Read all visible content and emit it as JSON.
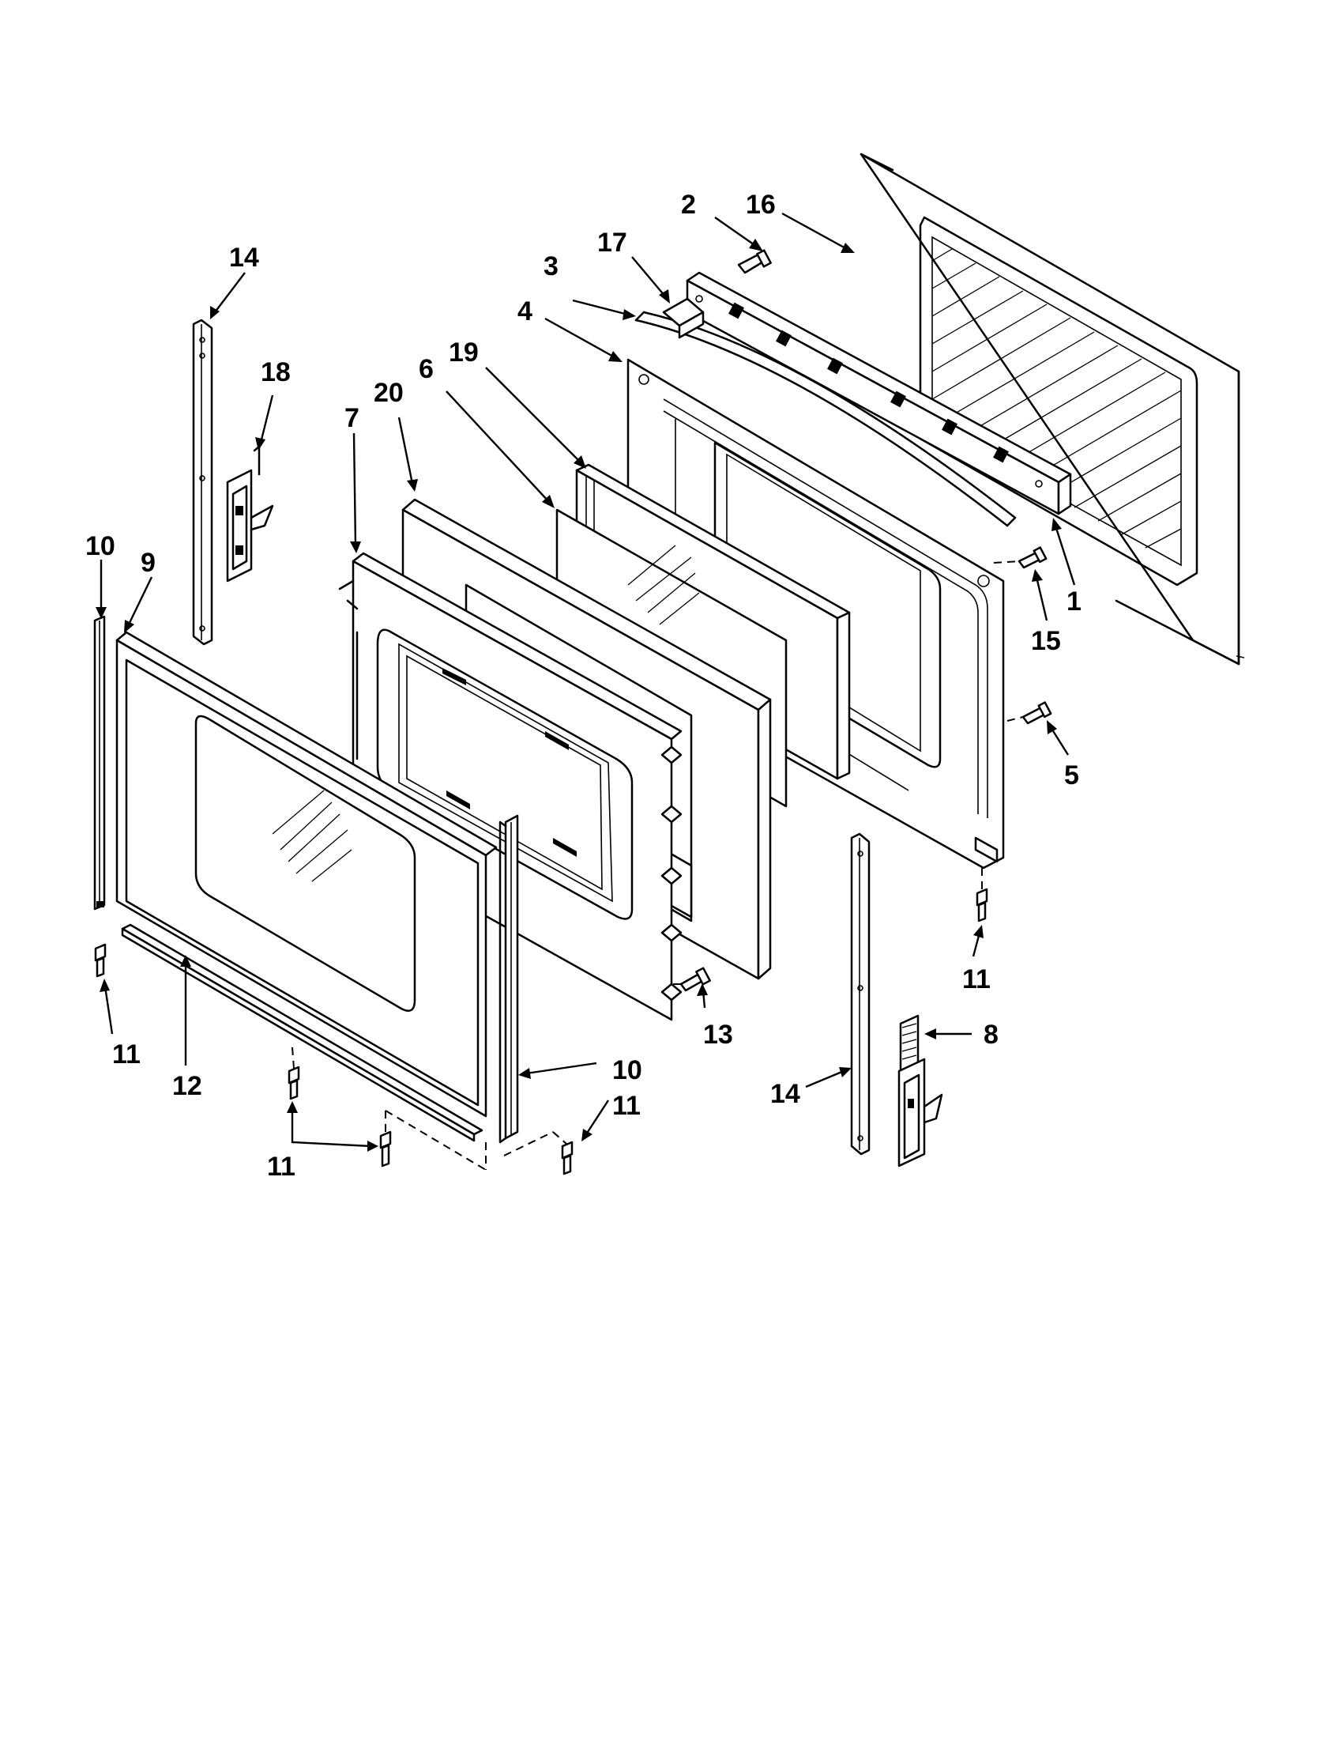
{
  "diagram": {
    "callouts": [
      {
        "id": "c2",
        "text": "2"
      },
      {
        "id": "c16",
        "text": "16"
      },
      {
        "id": "c17",
        "text": "17"
      },
      {
        "id": "c3",
        "text": "3"
      },
      {
        "id": "c4",
        "text": "4"
      },
      {
        "id": "c14a",
        "text": "14"
      },
      {
        "id": "c18",
        "text": "18"
      },
      {
        "id": "c19",
        "text": "19"
      },
      {
        "id": "c6",
        "text": "6"
      },
      {
        "id": "c20",
        "text": "20"
      },
      {
        "id": "c7",
        "text": "7"
      },
      {
        "id": "c10a",
        "text": "10"
      },
      {
        "id": "c9",
        "text": "9"
      },
      {
        "id": "c1",
        "text": "1"
      },
      {
        "id": "c15",
        "text": "15"
      },
      {
        "id": "c5",
        "text": "5"
      },
      {
        "id": "c11a",
        "text": "11"
      },
      {
        "id": "c12",
        "text": "12"
      },
      {
        "id": "c11b",
        "text": "11"
      },
      {
        "id": "c10b",
        "text": "10"
      },
      {
        "id": "c11c",
        "text": "11"
      },
      {
        "id": "c13",
        "text": "13"
      },
      {
        "id": "c11d",
        "text": "11"
      },
      {
        "id": "c8",
        "text": "8"
      },
      {
        "id": "c14b",
        "text": "14"
      }
    ]
  }
}
